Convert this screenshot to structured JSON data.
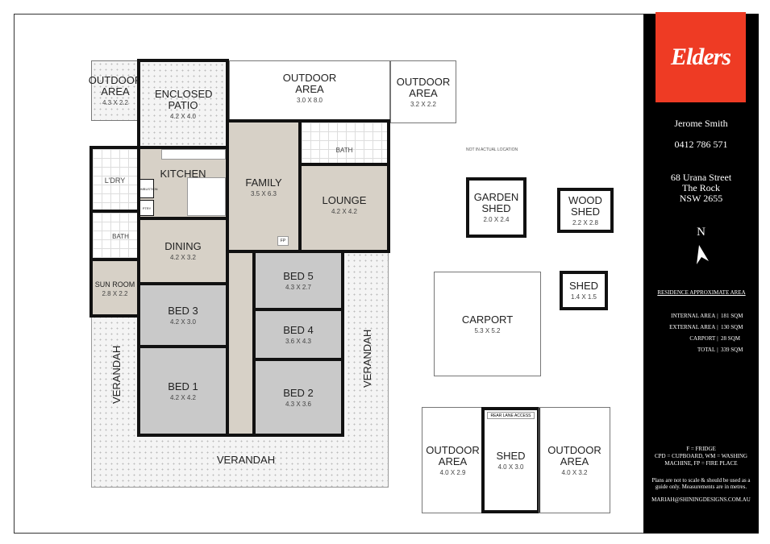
{
  "agency": {
    "logo_text": "Elders",
    "brand_color": "#ee3b24"
  },
  "agent": {
    "name": "Jerome Smith",
    "phone": "0412 786 571"
  },
  "address": {
    "line1": "68 Urana Street",
    "line2": "The Rock",
    "line3": "NSW 2655"
  },
  "compass": {
    "label": "N",
    "icon": "north-arrow-icon"
  },
  "area_summary": {
    "title": "RESIDENCE APPROXIMATE AREA",
    "rows": [
      {
        "label": "INTERNAL AREA",
        "value": "181 SQM"
      },
      {
        "label": "EXTERNAL AREA",
        "value": "130 SQM"
      },
      {
        "label": "CARPORT",
        "value": "28 SQM"
      },
      {
        "label": "TOTAL",
        "value": "339 SQM"
      }
    ]
  },
  "legend": "F = FRIDGE\nCPD = CUPBOARD, WM = WASHING MACHINE, FP = FIRE PLACE",
  "disclaimer": "Plans are not to scale & should be used as a guide only. Measurements are in metres.",
  "email": "MARIAH@SHININGDESIGNS.COM.AU",
  "rooms": {
    "outdoor_left": {
      "name": "OUTDOOR AREA",
      "dims": "4.3 X 2.2"
    },
    "enclosed_patio": {
      "name": "ENCLOSED PATIO",
      "dims": "4.2 X 4.0"
    },
    "outdoor_top": {
      "name": "OUTDOOR AREA",
      "dims": "3.0 X 8.0"
    },
    "outdoor_right": {
      "name": "OUTDOOR AREA",
      "dims": "3.2 X 2.2"
    },
    "bath_top": {
      "name": "BATH"
    },
    "kitchen": {
      "name": "KITCHEN"
    },
    "laundry": {
      "name": "L'DRY"
    },
    "combustion": {
      "name": "COMBUSTION"
    },
    "pantry": {
      "name": "PTRY"
    },
    "bath_left": {
      "name": "BATH"
    },
    "family": {
      "name": "FAMILY",
      "dims": "3.5 X 6.3"
    },
    "lounge": {
      "name": "LOUNGE",
      "dims": "4.2 X 4.2"
    },
    "fp": {
      "name": "FP"
    },
    "dining": {
      "name": "DINING",
      "dims": "4.2 X 3.2"
    },
    "sun_room": {
      "name": "SUN ROOM",
      "dims": "2.8 X 2.2"
    },
    "bed5": {
      "name": "BED 5",
      "dims": "4.3 X 2.7"
    },
    "bed4": {
      "name": "BED 4",
      "dims": "3.6 X 4.3"
    },
    "bed3": {
      "name": "BED 3",
      "dims": "4.2 X 3.0"
    },
    "bed2": {
      "name": "BED 2",
      "dims": "4.3 X 3.6"
    },
    "bed1": {
      "name": "BED 1",
      "dims": "4.2 X 4.2"
    },
    "verandah_left": {
      "name": "VERANDAH"
    },
    "verandah_right": {
      "name": "VERANDAH"
    },
    "verandah_bottom": {
      "name": "VERANDAH"
    },
    "garden_shed": {
      "name": "GARDEN SHED",
      "dims": "2.0 X 2.4"
    },
    "wood_shed": {
      "name": "WOOD SHED",
      "dims": "2.2 X 2.8"
    },
    "shed_small": {
      "name": "SHED",
      "dims": "1.4 X 1.5"
    },
    "carport": {
      "name": "CARPORT",
      "dims": "5.3 X 5.2"
    },
    "outdoor_bl": {
      "name": "OUTDOOR AREA",
      "dims": "4.0 X 2.9"
    },
    "shed_bottom": {
      "name": "SHED",
      "dims": "4.0 X 3.0"
    },
    "outdoor_br": {
      "name": "OUTDOOR AREA",
      "dims": "4.0 X 3.2"
    }
  },
  "notes": {
    "not_actual_location": "NOT IN ACTUAL LOCATION",
    "rear_lane": "REAR LANE ACCESS"
  }
}
